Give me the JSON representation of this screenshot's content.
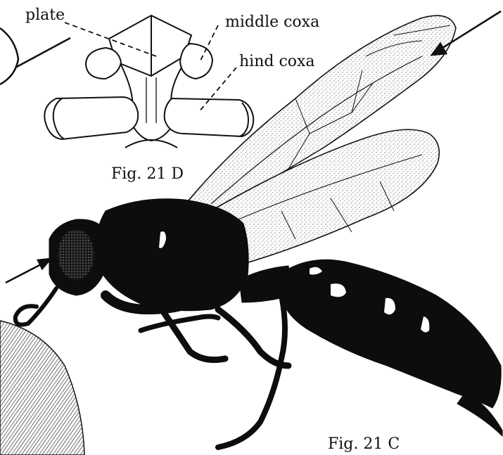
{
  "labels": {
    "plate": "plate",
    "middle_coxa": "middle coxa",
    "hind_coxa": "hind coxa"
  },
  "captions": {
    "fig_d": "Fig.  21 D",
    "fig_c": "Fig.  21 C"
  },
  "colors": {
    "ink": "#111111",
    "paper": "#ffffff",
    "stipple": "#444444"
  }
}
